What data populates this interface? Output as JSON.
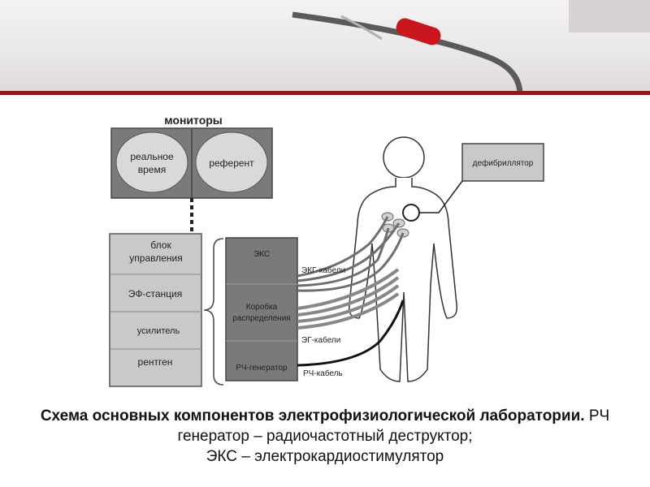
{
  "diagram": {
    "monitors": {
      "title": "мониторы",
      "realtime_line1": "реальное",
      "realtime_line2": "время",
      "referent": "референт"
    },
    "stack": {
      "control_line1": "блок",
      "control_line2": "управления",
      "ef_station": "ЭФ-станция",
      "amplifier": "усилитель",
      "xray": "рентген"
    },
    "eks_stack": {
      "eks": "ЭКС",
      "box_line1": "Коробка",
      "box_line2": "распределения",
      "rf_generator": "РЧ-генератор"
    },
    "cables": {
      "ekg": "ЭКГ-кабели",
      "eg": "ЭГ-кабели",
      "rf": "РЧ-кабель"
    },
    "defibrillator": "дефибриллятор"
  },
  "caption": {
    "bold_part": "Схема основных компонентов электрофизиологической лаборатории.",
    "rest_line1": " РЧ генератор – радиочастотный деструктор;",
    "line2": "ЭКС – электрокардиостимулятор"
  },
  "colors": {
    "banner_stripe": "#8b1a1a",
    "pen_red": "#c8161d",
    "panel_dark": "#7a7a7a",
    "panel_light": "#c9c9c9",
    "ellipse": "#d9d9d9"
  }
}
